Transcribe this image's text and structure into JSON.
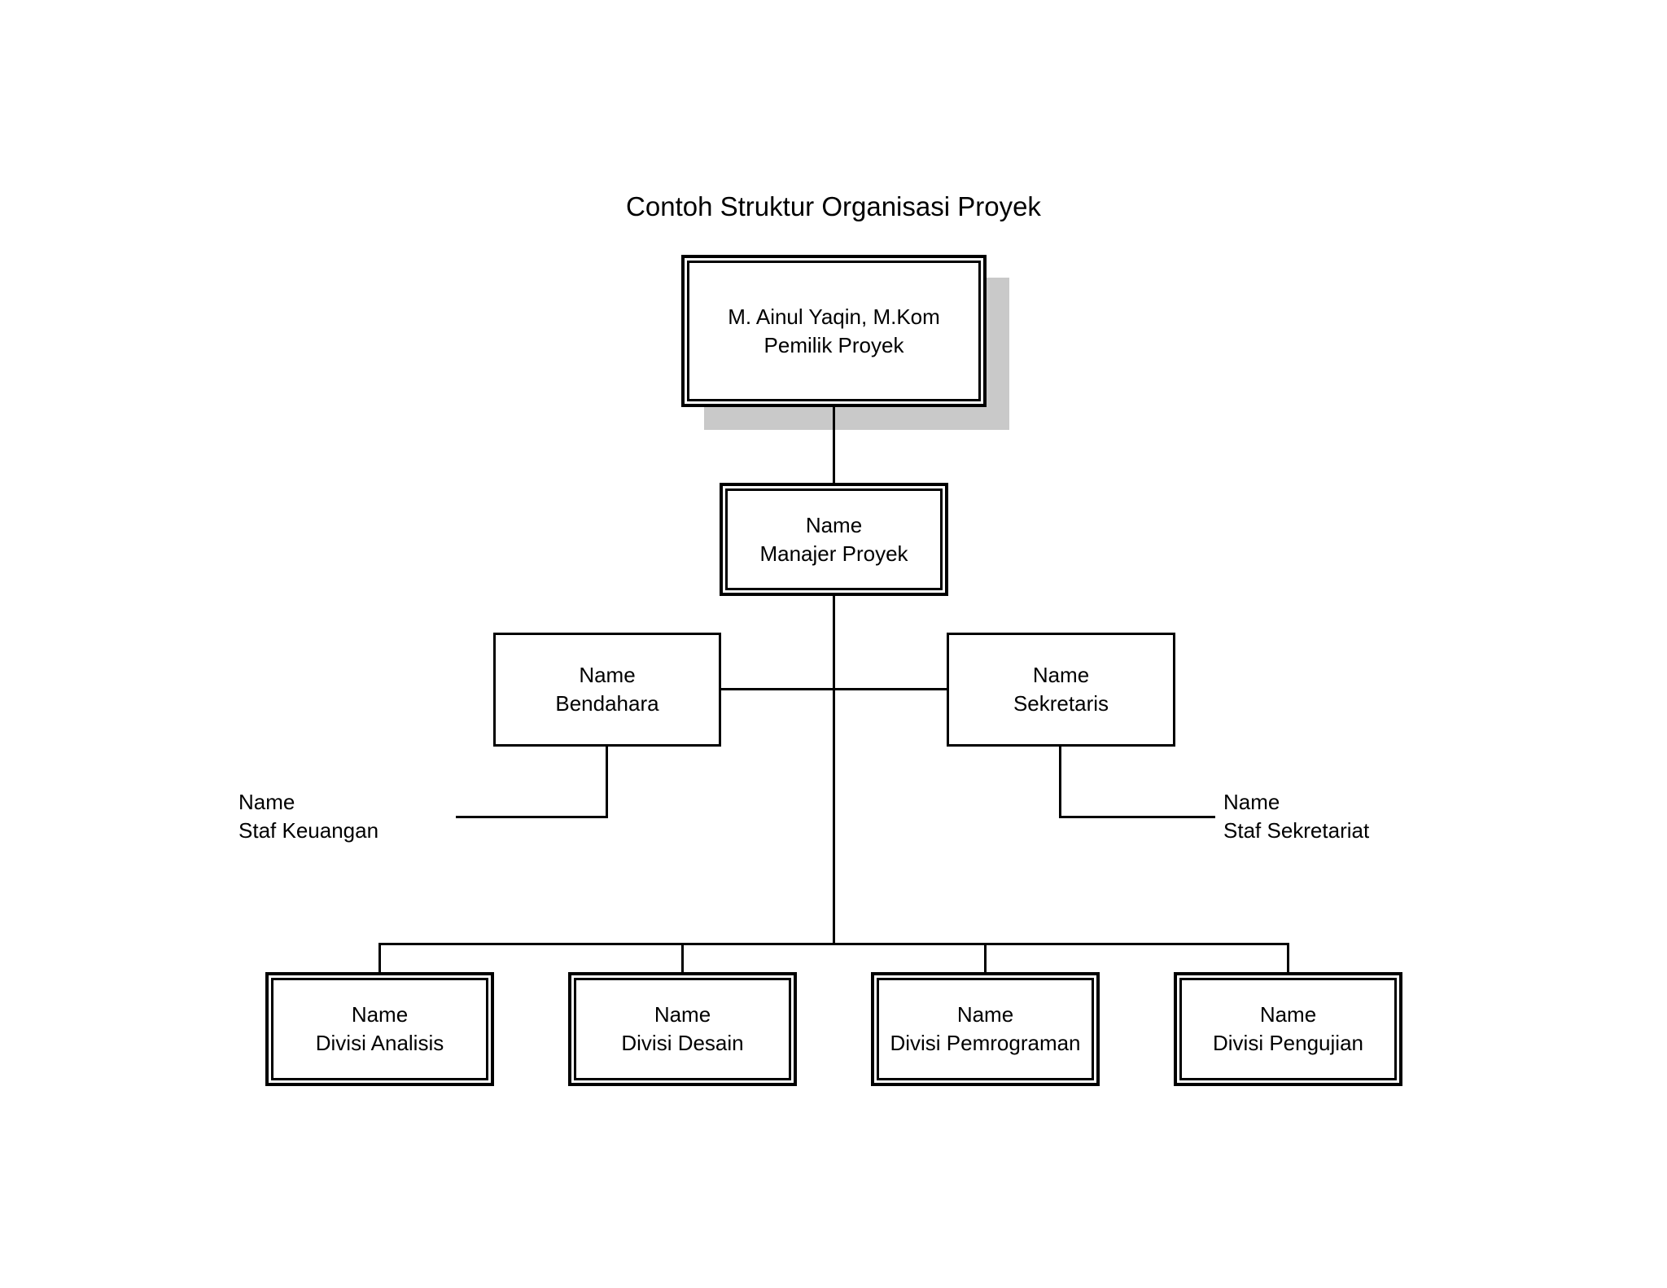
{
  "title": "Contoh Struktur Organisasi Proyek",
  "nodes": {
    "owner": {
      "name": "M. Ainul Yaqin, M.Kom",
      "role": "Pemilik Proyek"
    },
    "manager": {
      "name": "Name",
      "role": "Manajer Proyek"
    },
    "treasurer": {
      "name": "Name",
      "role": "Bendahara"
    },
    "secretary": {
      "name": "Name",
      "role": "Sekretaris"
    },
    "finance_staff": {
      "name": "Name",
      "role": "Staf Keuangan"
    },
    "secretariat_staff": {
      "name": "Name",
      "role": "Staf Sekretariat"
    },
    "div_analysis": {
      "name": "Name",
      "role": "Divisi Analisis"
    },
    "div_design": {
      "name": "Name",
      "role": "Divisi Desain"
    },
    "div_programming": {
      "name": "Name",
      "role": "Divisi Pemrograman"
    },
    "div_testing": {
      "name": "Name",
      "role": "Divisi Pengujian"
    }
  },
  "colors": {
    "background": "#ffffff",
    "line": "#000000",
    "text": "#000000",
    "shadow": "#c9c9c9"
  }
}
